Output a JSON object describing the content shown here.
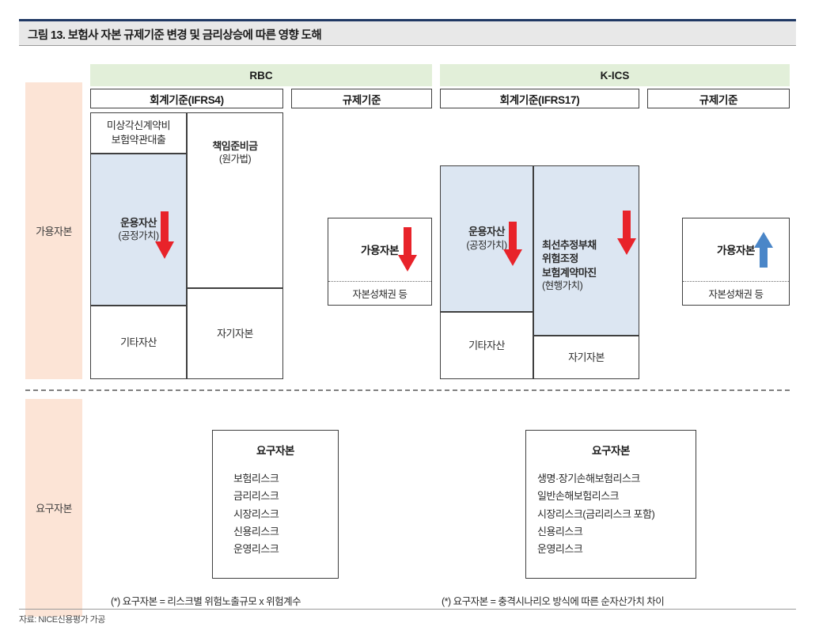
{
  "figure": {
    "title": "그림 13. 보험사 자본 규제기준 변경 및 금리상승에 따른 영향 도해",
    "source": "자료: NICE신용평가 가공"
  },
  "rails": {
    "available_capital": "가용자본",
    "required_capital": "요구자본"
  },
  "regimes": {
    "rbc": {
      "name": "RBC",
      "accounting_header": "회계기준(IFRS4)",
      "regulatory_header": "규제기준"
    },
    "kics": {
      "name": "K-ICS",
      "accounting_header": "회계기준(IFRS17)",
      "regulatory_header": "규제기준"
    }
  },
  "rbc_balance_sheet": {
    "assets": [
      {
        "label_line1": "미상각신계약비",
        "label_line2": "보험약관대출",
        "fill": "white"
      },
      {
        "label": "운용자산",
        "sub": "(공정가치)",
        "fill": "blue",
        "arrow": "down-red"
      },
      {
        "label": "기타자산",
        "fill": "white"
      }
    ],
    "liabilities": [
      {
        "label": "책임준비금",
        "sub": "(원가법)",
        "fill": "white"
      },
      {
        "label": "자기자본",
        "fill": "white"
      }
    ]
  },
  "rbc_capital_box": {
    "title": "가용자본",
    "arrow": "down-red",
    "footer": "자본성채권 등"
  },
  "kics_balance_sheet": {
    "assets": [
      {
        "label": "운용자산",
        "sub": "(공정가치)",
        "fill": "blue",
        "arrow": "down-red"
      },
      {
        "label": "기타자산",
        "fill": "white"
      }
    ],
    "liabilities": [
      {
        "label_line1": "최선추정부채",
        "label_line2": "위험조정",
        "label_line3": "보험계약마진",
        "sub": "(현행가치)",
        "fill": "blue",
        "arrow": "down-red"
      },
      {
        "label": "자기자본",
        "fill": "white"
      }
    ]
  },
  "kics_capital_box": {
    "title": "가용자본",
    "arrow": "up-blue",
    "footer": "자본성채권 등"
  },
  "rbc_required_capital": {
    "title": "요구자본",
    "items": [
      "보험리스크",
      "금리리스크",
      "시장리스크",
      "신용리스크",
      "운영리스크"
    ],
    "footnote": "(*) 요구자본 = 리스크별 위험노출규모 x 위험계수"
  },
  "kics_required_capital": {
    "title": "요구자본",
    "items": [
      "생명·장기손해보험리스크",
      "일반손해보험리스크",
      "시장리스크(금리리스크 포함)",
      "신용리스크",
      "운영리스크"
    ],
    "footnote": "(*) 요구자본 = 충격시나리오 방식에 따른 순자산가치 차이"
  },
  "colors": {
    "title_rule": "#1f3864",
    "title_bar": "#e8e8e8",
    "rail_fill": "#fce4d6",
    "regime_fill": "#e2efd9",
    "asset_blue": "#dce6f2",
    "arrow_red": "#e8232a",
    "arrow_blue": "#4a86c8"
  }
}
